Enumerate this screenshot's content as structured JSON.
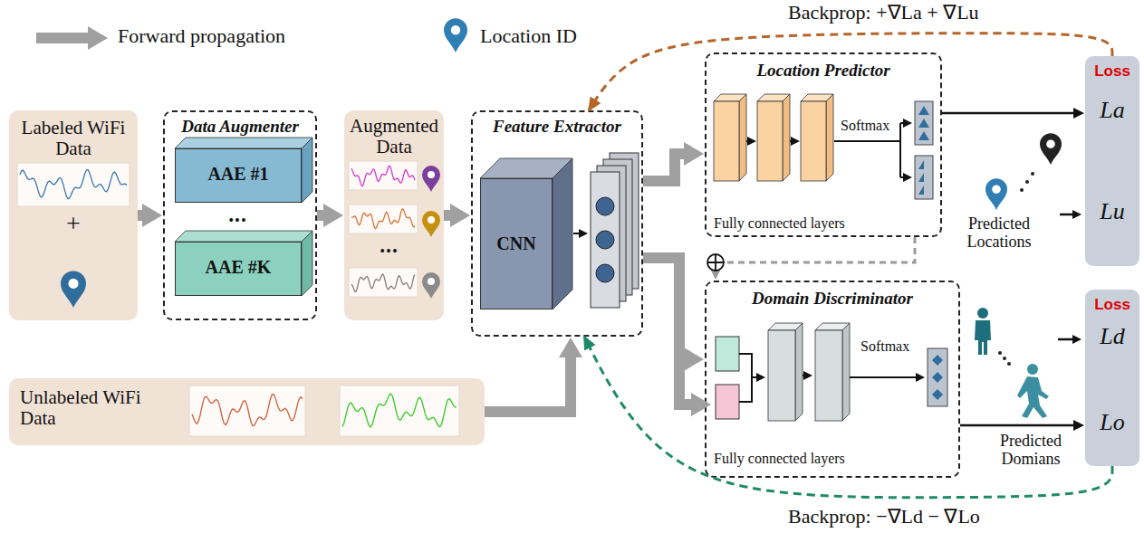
{
  "diagram": {
    "nodes": [
      {
        "text": [
          "Labeled WiFi Data",
          "+"
        ]
      },
      {
        "text": [
          "Data Augmenter"
        ]
      },
      {
        "text": [
          "AAE #1"
        ],
        "in": 1
      },
      {
        "text": [
          "AAE #K"
        ],
        "in": 1
      },
      {
        "text": [
          "Augmented Data"
        ]
      },
      {
        "text": [
          "Feature Extractor"
        ]
      },
      {
        "text": [
          "CNN"
        ],
        "in": 5
      },
      {
        "text": [
          "Location Predictor",
          "Fully connected layers",
          "Softmax"
        ]
      },
      {
        "text": [
          "Domain Discriminator",
          "Fully connected layers",
          "Softmax"
        ]
      },
      {
        "text": [
          "Unlabeled WiFi Data"
        ]
      },
      {
        "text": [
          "Loss",
          "La",
          "Lu"
        ]
      },
      {
        "text": [
          "Loss",
          "Ld",
          "Lo"
        ]
      }
    ],
    "edges": [
      {
        "from": 0,
        "to": 1,
        "arrow": "to"
      },
      {
        "from": 1,
        "to": 4,
        "arrow": "to"
      },
      {
        "from": 4,
        "to": 5,
        "arrow": "to"
      },
      {
        "from": 9,
        "to": 5,
        "arrow": "to"
      },
      {
        "from": 5,
        "to": 7,
        "arrow": "to"
      },
      {
        "from": 5,
        "to": 8,
        "arrow": "to"
      },
      {
        "from": 7,
        "to": 10,
        "arrow": "to"
      },
      {
        "from": 8,
        "to": 11,
        "arrow": "to"
      },
      {
        "from": 7,
        "to": 8,
        "arrow": "to"
      },
      {
        "from": 10,
        "to": 5,
        "arrow": "to"
      },
      {
        "from": 11,
        "to": 5,
        "arrow": "to"
      }
    ],
    "labels": [
      "Backprop: +∇La + ∇Lu",
      "Backprop: −∇Ld − ∇Lo",
      "Predicted Locations",
      "Predicted Domians",
      "•••",
      "•••"
    ],
    "legend": [
      {
        "text": "Forward propagation"
      },
      {
        "text": "Location ID"
      }
    ]
  }
}
